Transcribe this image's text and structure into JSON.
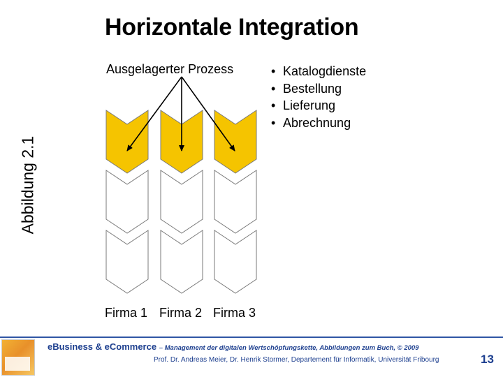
{
  "slide": {
    "title": "Horizontale Integration",
    "side_label": "Abbildung 2.1",
    "process_label": "Ausgelagerter Prozess",
    "bullets": [
      "Katalogdienste",
      "Bestellung",
      "Lieferung",
      "Abrechnung"
    ],
    "firms": [
      "Firma 1",
      "Firma 2",
      "Firma 3"
    ]
  },
  "colors": {
    "highlight": "#f5c400",
    "outline": "#7a7a7a",
    "footer_blue": "#1d3f8f"
  },
  "footer": {
    "main": "eBusiness & eCommerce",
    "main_sub": "– Management der digitalen Wertschöpfungskette, Abbildungen zum Buch, © 2009",
    "authors": "Prof. Dr. Andreas Meier, Dr. Henrik Stormer, Departement für Informatik, Universität Fribourg",
    "page_number": "13"
  }
}
